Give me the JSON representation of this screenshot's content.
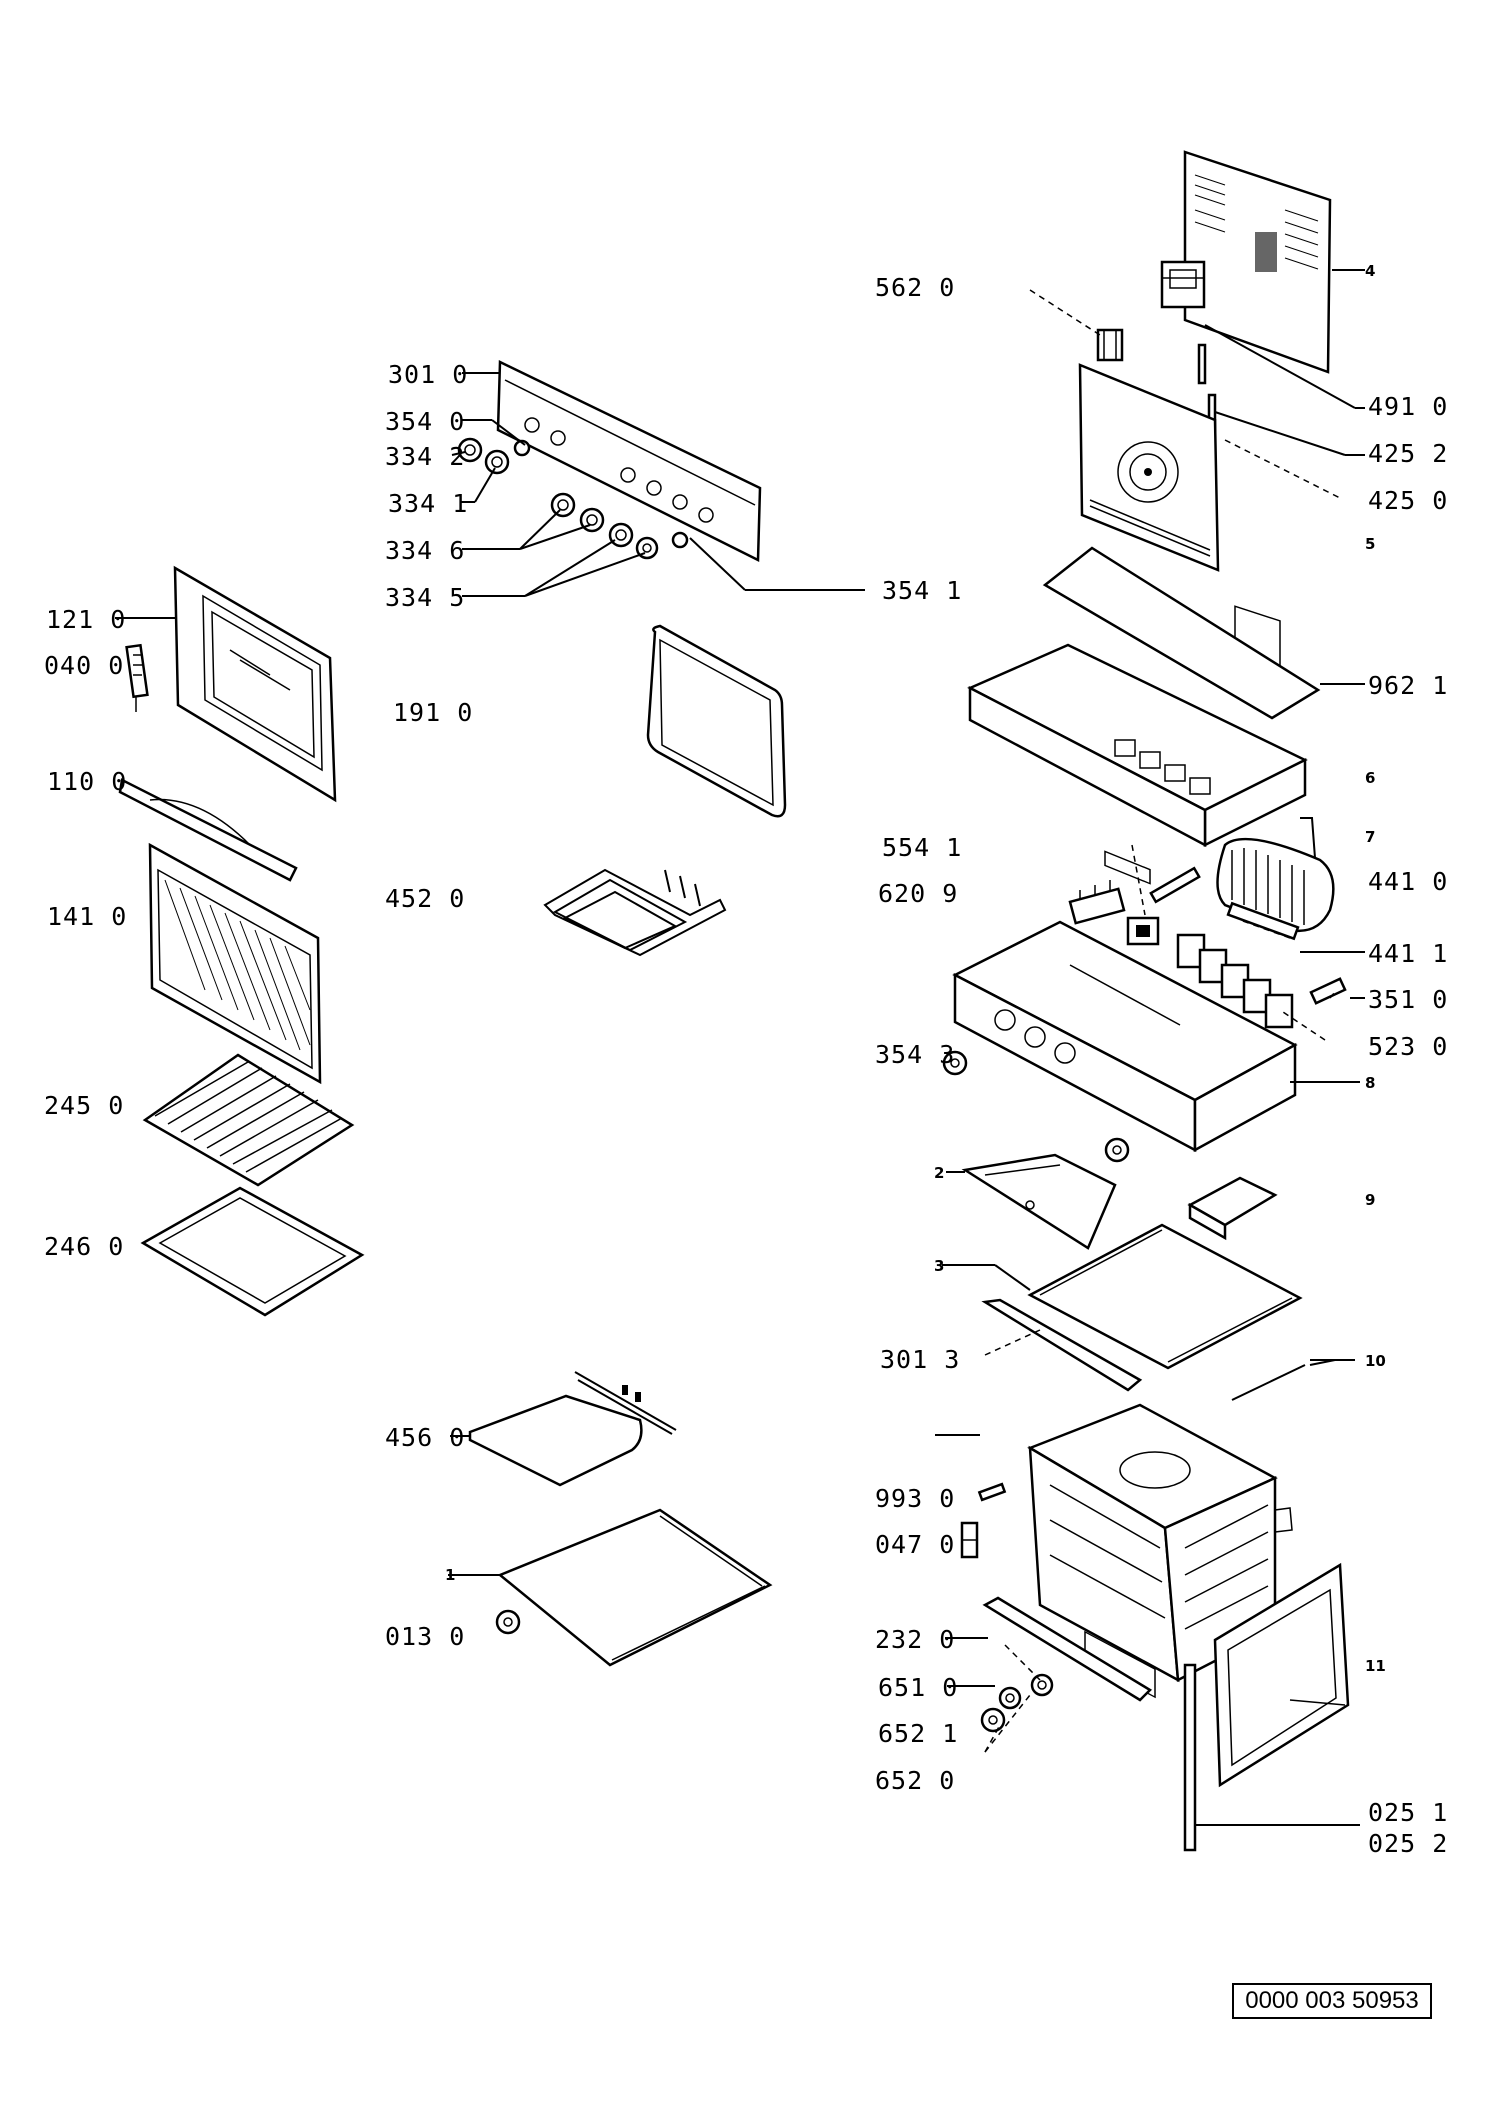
{
  "labels": {
    "l562_0": "562 0",
    "l301_0": "301 0",
    "l354_0": "354 0",
    "l334_2": "334 2",
    "l334_1": "334 1",
    "l334_6": "334 6",
    "l334_5": "334 5",
    "l354_1": "354 1",
    "l121_0": "121 0",
    "l040_0": "040 0",
    "l191_0": "191 0",
    "l110_0": "110 0",
    "l141_0": "141 0",
    "l452_0": "452 0",
    "l245_0": "245 0",
    "l246_0": "246 0",
    "l491_0": "491 0",
    "l425_2": "425 2",
    "l425_0": "425 0",
    "l962_1": "962 1",
    "l554_1": "554 1",
    "l620_9": "620 9",
    "l441_0": "441 0",
    "l441_1": "441 1",
    "l351_0": "351 0",
    "l523_0": "523 0",
    "l354_3": "354 3",
    "l301_3": "301 3",
    "l456_0": "456 0",
    "l013_0": "013 0",
    "l993_0": "993 0",
    "l047_0": "047 0",
    "l232_0": "232 0",
    "l651_0": "651 0",
    "l652_1": "652 1",
    "l652_0": "652 0",
    "l025_1": "025 1",
    "l025_2": "025 2"
  },
  "markers": {
    "m1": "1",
    "m2": "2",
    "m3": "3",
    "m4": "4",
    "m5": "5",
    "m6": "6",
    "m7": "7",
    "m8": "8",
    "m9": "9",
    "m10": "10",
    "m11": "11"
  },
  "document_number": "0000 003 50953"
}
